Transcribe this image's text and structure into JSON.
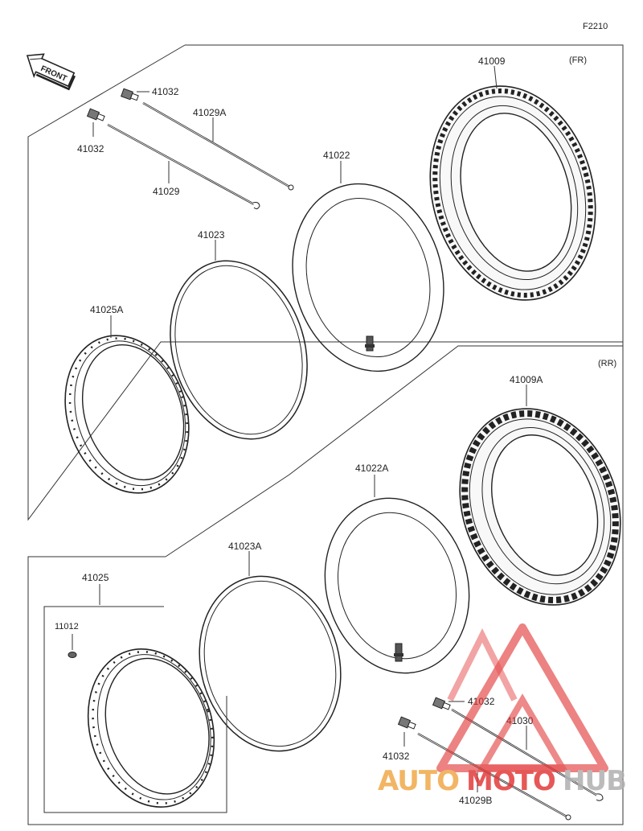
{
  "diagram_code": "F2210",
  "front_label": "FRONT",
  "sections": {
    "front": {
      "tag": "(FR)"
    },
    "rear": {
      "tag": "(RR)"
    }
  },
  "parts": {
    "p41009": "41009",
    "p41009A": "41009A",
    "p41022": "41022",
    "p41022A": "41022A",
    "p41023": "41023",
    "p41023A": "41023A",
    "p41025": "41025",
    "p41025A": "41025A",
    "p41029": "41029",
    "p41029A": "41029A",
    "p41029B": "41029B",
    "p41030": "41030",
    "p41032_fr_top": "41032",
    "p41032_fr_left": "41032",
    "p41032_rr_right": "41032",
    "p41032_rr_left": "41032",
    "p11012": "11012"
  },
  "watermark": {
    "part1": "AUTO",
    "part2": "MOTO",
    "part3": "HUB",
    "color_primary": "#f0a94a",
    "color_red": "#e23b3b",
    "color_grey": "#b0b0b0"
  }
}
